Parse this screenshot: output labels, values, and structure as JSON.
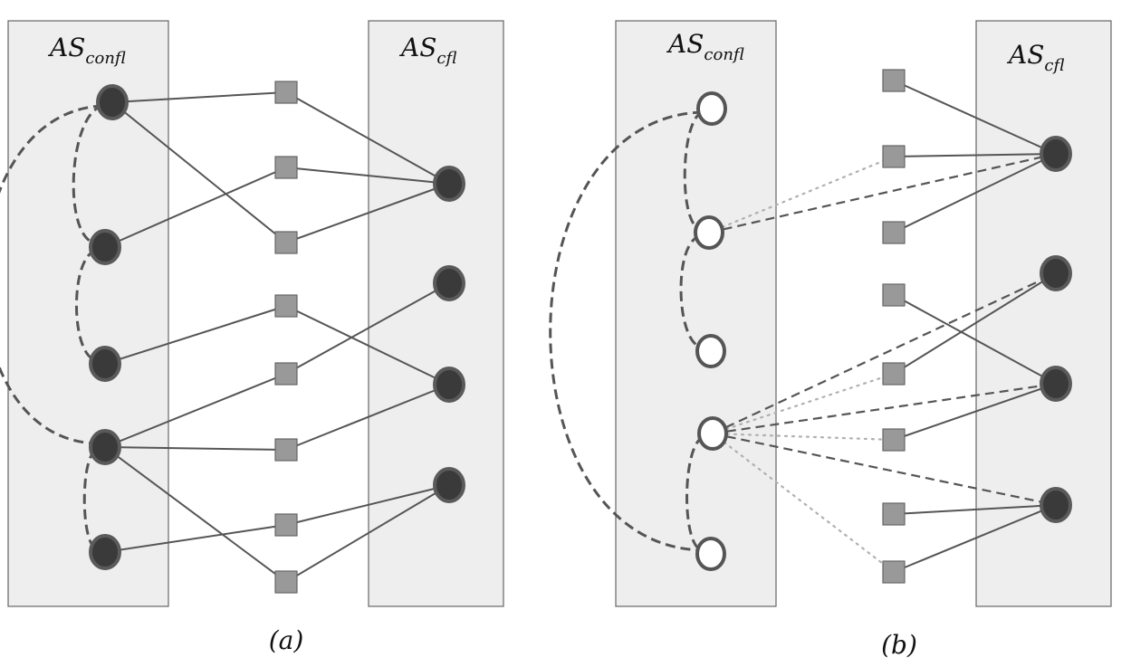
{
  "figure": {
    "panels": [
      {
        "id": "a",
        "caption": "(a)",
        "left_box": {
          "label_main": "AS",
          "label_sub": "confl"
        },
        "right_box": {
          "label_main": "AS",
          "label_sub": "cfl"
        },
        "left_node_style": "filled",
        "left_nodes": 5,
        "squares": 8,
        "right_nodes": 4,
        "solid_edges": [
          [
            "L0",
            "S0"
          ],
          [
            "L0",
            "S2"
          ],
          [
            "L1",
            "S1"
          ],
          [
            "L2",
            "S3"
          ],
          [
            "L3",
            "S4"
          ],
          [
            "L3",
            "S5"
          ],
          [
            "L3",
            "S7"
          ],
          [
            "L4",
            "S6"
          ],
          [
            "S0",
            "R0"
          ],
          [
            "S1",
            "R0"
          ],
          [
            "S2",
            "R0"
          ],
          [
            "S3",
            "R2"
          ],
          [
            "S4",
            "R1"
          ],
          [
            "S5",
            "R2"
          ],
          [
            "S6",
            "R3"
          ],
          [
            "S7",
            "R3"
          ]
        ],
        "dashed_edges": [],
        "dotted_edges": [],
        "arcs": [
          [
            "L0",
            "L1"
          ],
          [
            "L0",
            "L3"
          ],
          [
            "L1",
            "L2"
          ],
          [
            "L3",
            "L4"
          ]
        ]
      },
      {
        "id": "b",
        "caption": "(b)",
        "left_box": {
          "label_main": "AS",
          "label_sub": "confl"
        },
        "right_box": {
          "label_main": "AS",
          "label_sub": "cfl"
        },
        "left_node_style": "hollow",
        "left_nodes": 5,
        "squares": 8,
        "right_nodes": 4,
        "solid_edges": [
          [
            "S0",
            "R0"
          ],
          [
            "S1",
            "R0"
          ],
          [
            "S2",
            "R0"
          ],
          [
            "S3",
            "R2"
          ],
          [
            "S4",
            "R1"
          ],
          [
            "S5",
            "R2"
          ],
          [
            "S6",
            "R3"
          ],
          [
            "S7",
            "R3"
          ]
        ],
        "dashed_edges": [
          [
            "L1",
            "R0"
          ],
          [
            "L3",
            "R1"
          ],
          [
            "L3",
            "R2"
          ],
          [
            "L3",
            "R3"
          ]
        ],
        "dotted_edges": [
          [
            "L1",
            "S1"
          ],
          [
            "L3",
            "S4"
          ],
          [
            "L3",
            "S5"
          ],
          [
            "L3",
            "S7"
          ]
        ],
        "arcs": [
          [
            "L0",
            "L1"
          ],
          [
            "L0",
            "L4"
          ],
          [
            "L1",
            "L2"
          ],
          [
            "L3",
            "L4"
          ]
        ]
      }
    ],
    "colors": {
      "box_fill": "#eeeeee",
      "box_stroke": "#666666",
      "node_fill": "#3a3a3a",
      "node_stroke": "#5a5a5a",
      "hollow_stroke": "#555555",
      "square_fill": "#999999",
      "square_stroke": "#666666",
      "edge": "#555555",
      "dotted_edge": "#b0b0b0"
    }
  }
}
